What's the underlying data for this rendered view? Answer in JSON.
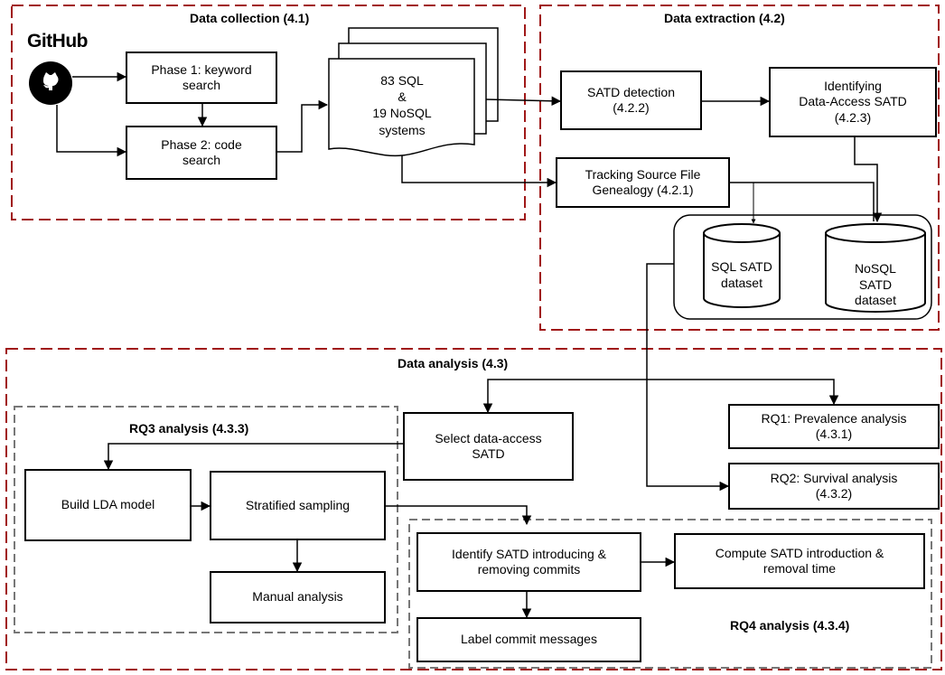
{
  "groups": {
    "collection": "Data collection (4.1)",
    "extraction": "Data extraction (4.2)",
    "analysis": "Data analysis (4.3)",
    "rq3": "RQ3 analysis (4.3.3)",
    "rq4": "RQ4 analysis (4.3.4)"
  },
  "source": {
    "logo_text": "GitHub"
  },
  "nodes": {
    "phase1": "Phase 1: keyword\nsearch",
    "phase2": "Phase 2: code\nsearch",
    "systems": "83 SQL\n&\n19 NoSQL\nsystems",
    "satd_detection": "SATD detection\n(4.2.2)",
    "identifying": "Identifying\nData-Access SATD\n(4.2.3)",
    "tracking": "Tracking Source File\nGenealogy (4.2.1)",
    "sql_dataset": "SQL SATD\ndataset",
    "nosql_dataset": "NoSQL\nSATD\ndataset",
    "select": "Select data-access\nSATD",
    "rq1": "RQ1: Prevalence analysis\n(4.3.1)",
    "rq2": "RQ2: Survival analysis\n(4.3.2)",
    "lda": "Build LDA model",
    "stratified": "Stratified sampling",
    "manual": "Manual analysis",
    "identify_commits": "Identify SATD introducing &\nremoving commits",
    "compute": "Compute SATD introduction &\nremoval time",
    "label": "Label commit messages"
  },
  "colors": {
    "group_border": "#a01818",
    "rq_border": "#777777",
    "line": "#000000"
  }
}
